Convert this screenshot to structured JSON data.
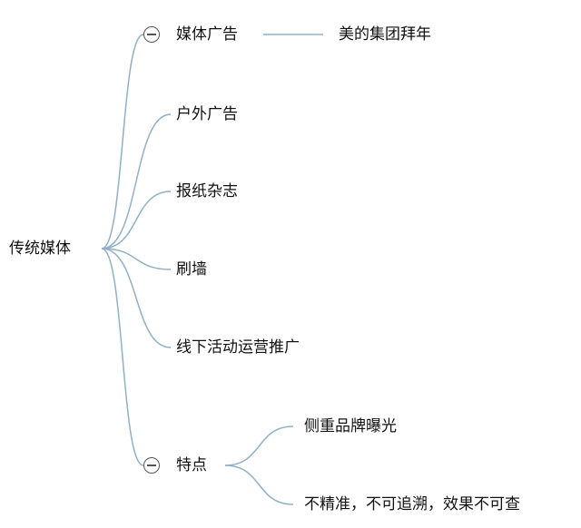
{
  "colors": {
    "link": "#8fb0c8",
    "text": "#111111",
    "toggle": "#555555"
  },
  "mindmap": {
    "root": {
      "label": "传统媒体",
      "children": [
        {
          "label": "媒体广告",
          "collapsible": true,
          "children": [
            {
              "label": "美的集团拜年"
            }
          ]
        },
        {
          "label": "户外广告"
        },
        {
          "label": "报纸杂志"
        },
        {
          "label": "刷墙"
        },
        {
          "label": "线下活动运营推广"
        },
        {
          "label": "特点",
          "collapsible": true,
          "children": [
            {
              "label": "侧重品牌曝光"
            },
            {
              "label": "不精准，不可追溯，效果不可查"
            }
          ]
        }
      ]
    }
  }
}
